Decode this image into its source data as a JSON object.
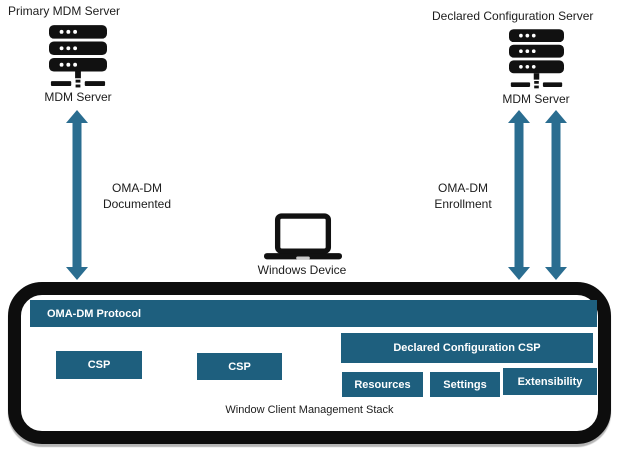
{
  "diagram": {
    "primary_server": {
      "title": "Primary MDM Server",
      "label": "MDM Server"
    },
    "declared_server": {
      "title": "Declared Configuration Server",
      "label": "MDM Server"
    },
    "left_connection": {
      "line1": "OMA-DM",
      "line2": "Documented"
    },
    "right_connection": {
      "line1": "OMA-DM",
      "line2": "Enrollment"
    },
    "device": {
      "label": "Windows Device"
    },
    "stack": {
      "protocol_bar": "OMA-DM Protocol",
      "csp_left": "CSP",
      "csp_mid": "CSP",
      "declared_csp": "Declared Configuration CSP",
      "sub_boxes": [
        "Resources",
        "Settings",
        "Extensibility"
      ],
      "caption": "Window Client Management Stack"
    },
    "icons": [
      "server-icon",
      "server-icon",
      "laptop-icon",
      "double-arrow-icon"
    ],
    "colors": {
      "box_teal": "#1E5F7E",
      "arrow_teal": "#2A6D90",
      "stack_border_black": "#0D0D0D",
      "text": "#1F1F1F"
    }
  }
}
